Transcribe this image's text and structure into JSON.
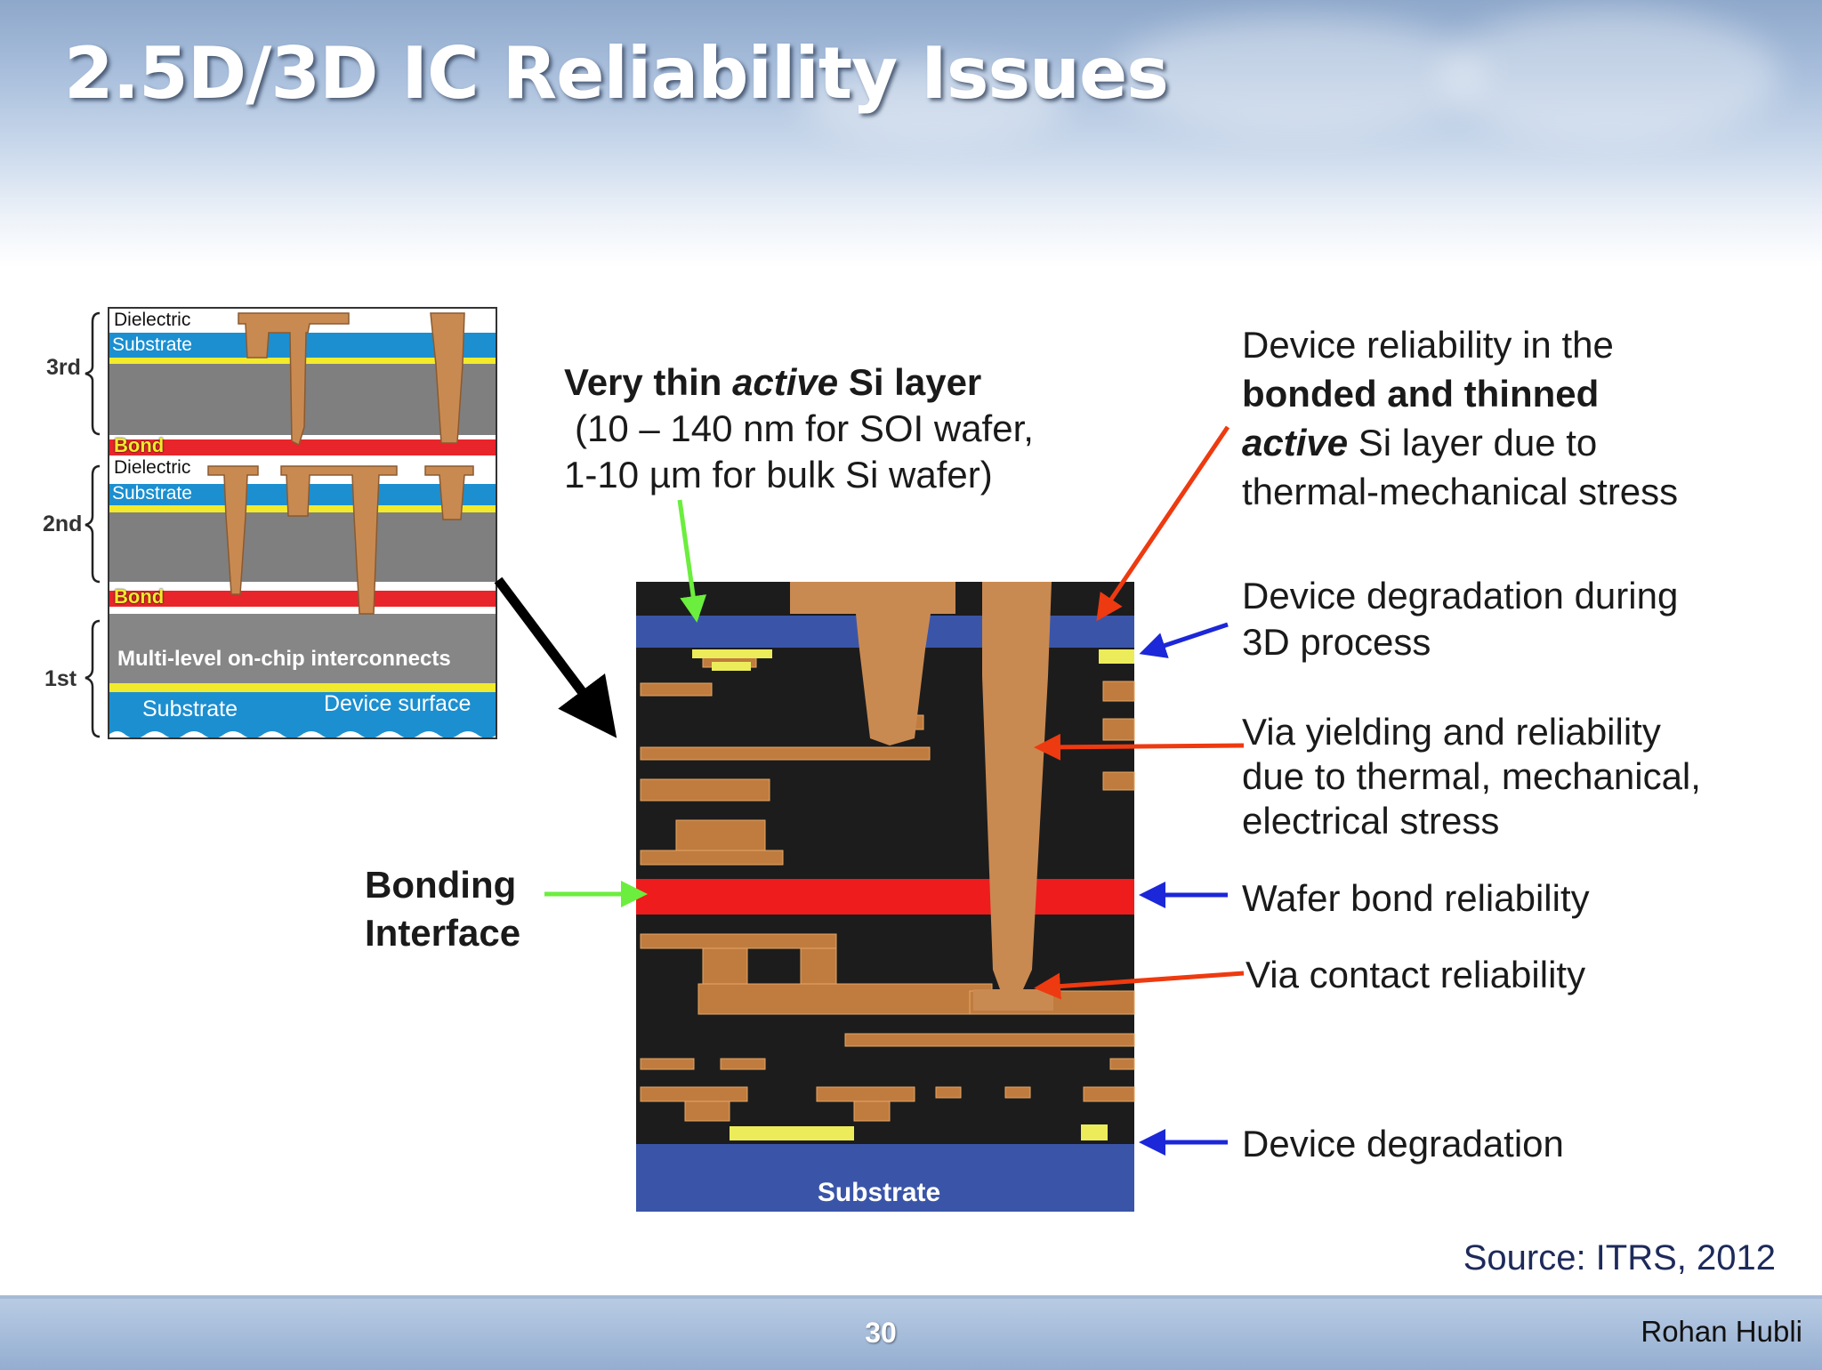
{
  "slide": {
    "title": "2.5D/3D IC Reliability Issues",
    "page_number": "30",
    "author": "Rohan Hubli",
    "source": "Source: ITRS, 2012"
  },
  "stack_diagram": {
    "tier_labels": [
      "3rd",
      "2nd",
      "1st"
    ],
    "layer_labels": {
      "dielectric": "Dielectric",
      "substrate": "Substrate",
      "bond": "Bond",
      "interconnects": "Multi-level on-chip interconnects",
      "bottom_substrate": "Substrate",
      "device_surface": "Device surface"
    }
  },
  "cross_section": {
    "substrate_label": "Substrate"
  },
  "annotations": {
    "thin_si": {
      "line1_pre": "Very thin ",
      "line1_em": "active",
      "line1_post": " Si layer",
      "line2": "(10 – 140 nm for SOI wafer,",
      "line3": "1-10 µm for bulk Si wafer)"
    },
    "bonding": {
      "line1": "Bonding",
      "line2": "Interface"
    },
    "device_reliability": {
      "line1": "Device reliability in the",
      "line2": "bonded and thinned",
      "line3_em": "active",
      "line3_post": " Si layer due to",
      "line4": "thermal-mechanical stress"
    },
    "device_degradation_3d": {
      "line1": "Device degradation during",
      "line2": "3D process"
    },
    "via_yielding": {
      "line1": "Via yielding and reliability",
      "line2": "due to thermal, mechanical,",
      "line3": "electrical stress"
    },
    "wafer_bond": "Wafer bond reliability",
    "via_contact": "Via contact reliability",
    "device_degradation": "Device degradation"
  },
  "colors": {
    "copper": "#c98a52",
    "dark": "#1c1c1c",
    "blue_layer": "#3a55a8",
    "bond_red": "#ee1c1c",
    "yellow": "#ecec5a",
    "red_arrow": "#ee3a10",
    "blue_arrow": "#1b27d8",
    "green_arrow": "#6bee3d"
  }
}
